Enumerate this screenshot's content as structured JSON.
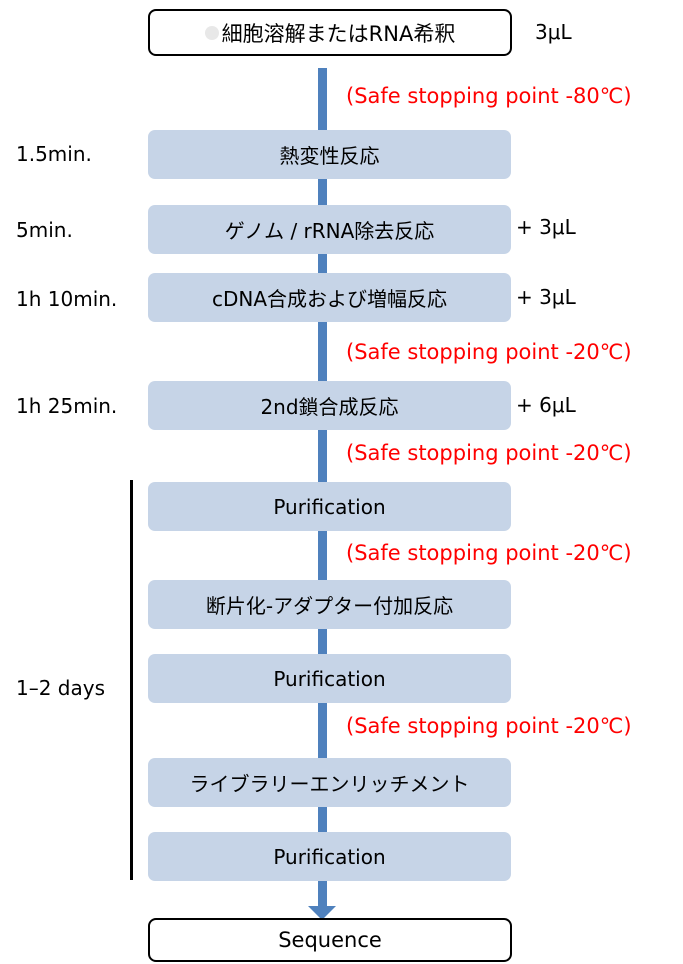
{
  "start": {
    "text": "細胞溶解またはRNA希釈",
    "amount": "3μL"
  },
  "steps": [
    {
      "text": "熱変性反応",
      "time": "1.5min.",
      "amount": ""
    },
    {
      "text": "ゲノム / rRNA除去反応",
      "time": "5min.",
      "amount": "+ 3μL"
    },
    {
      "text": "cDNA合成および増幅反応",
      "time": "1h 10min.",
      "amount": "+ 3μL"
    },
    {
      "text": "2nd鎖合成反応",
      "time": "1h 25min.",
      "amount": "+ 6μL"
    },
    {
      "text": "Purification"
    },
    {
      "text": "断片化-アダプター付加反応"
    },
    {
      "text": "Purification"
    },
    {
      "text": "ライブラリーエンリッチメント"
    },
    {
      "text": "Purification"
    }
  ],
  "stops": [
    "(Safe stopping point -80℃)",
    "(Safe stopping point -20℃)",
    "(Safe stopping point -20℃)",
    "(Safe stopping point -20℃)",
    "(Safe stopping point -20℃)"
  ],
  "range_label": "1–2 days",
  "end": {
    "text": "Sequence"
  },
  "colors": {
    "box": "#c6d4e7",
    "arrow": "#4f81bd",
    "stop_text": "#ff0000"
  }
}
